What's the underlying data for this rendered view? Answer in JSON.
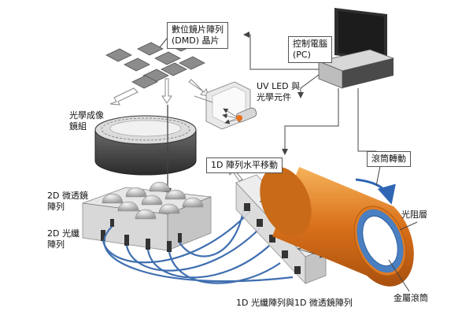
{
  "labels": {
    "dmd_line1": "數位鏡片陣列",
    "dmd_line2": "(DMD) 晶片",
    "pc_line1": "控制電腦",
    "pc_line2": "(PC)",
    "uvled_line1": "UV LED 與",
    "uvled_line2": "光學元件",
    "lens_line1": "光學成像",
    "lens_line2": "鏡組",
    "array_move": "1D 陣列水平移動",
    "drum_rotate": "滾筒轉動",
    "microlens_line1": "2D 微透鏡",
    "microlens_line2": "陣列",
    "fiber_line1": "2D 光纖",
    "fiber_line2": "陣列",
    "photoresist": "光阻層",
    "metal_drum": "金屬滾筒",
    "bottom_caption": "1D 光纖陣列與1D 微透鏡陣列"
  },
  "colors": {
    "drum_orange": "#e07a1f",
    "drum_blue": "#4a7fc1",
    "fiber_blue": "#3f6fb0",
    "panel_gray": "#3a3a3a",
    "box_border": "#555555"
  }
}
